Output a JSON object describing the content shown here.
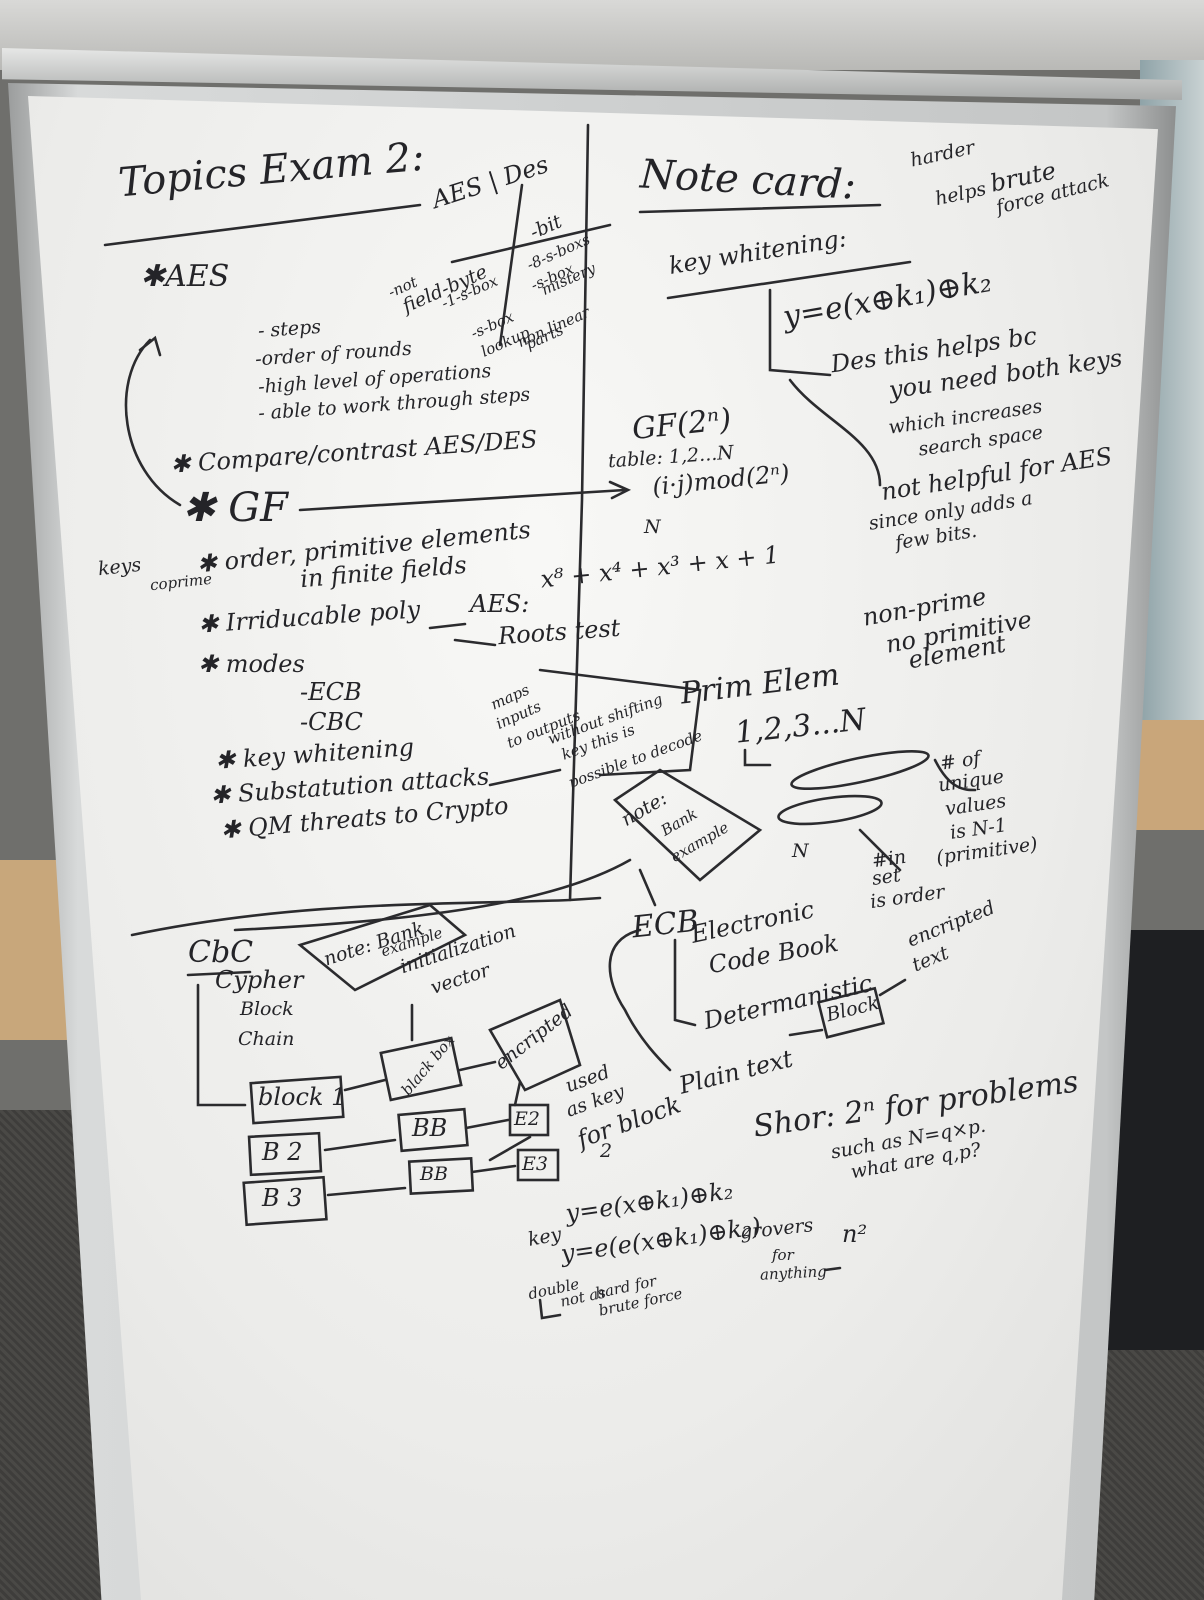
{
  "topics": {
    "title": "Topics   Exam 2:",
    "aes": "✱AES",
    "aes_items": [
      "- steps",
      "-order of rounds",
      "-high level of operations",
      "- able to work through steps"
    ],
    "compare": "✱ Compare/contrast AES/DES",
    "gf": "✱ GF",
    "order": "✱ order, primitive elements",
    "order2": "in finite fields",
    "keys_note": "keys",
    "coprime": "coprime",
    "irreducable": "✱ Irriducable poly",
    "modes": "✱ modes",
    "ecb": "-ECB",
    "cbc": "-CBC",
    "key_whitening": "✱ key whitening",
    "substitution": "✱ Substatution attacks",
    "qm": "✱ QM threats to Crypto"
  },
  "aes_des_table": {
    "aes_des": "AES | Des",
    "aes_col": [
      "-not",
      "field-byte",
      "-1-s-box",
      "-s-box",
      "lookup"
    ],
    "des_col": [
      "-bit",
      "-8-s-boxs",
      "-s-box",
      "mistery",
      "non linear",
      "parts"
    ]
  },
  "polynomial": {
    "aes": "AES:",
    "poly": "x⁸ + x⁴ + x³ + x + 1",
    "roots": "Roots test"
  },
  "gf_box": {
    "title": "GF(2ⁿ)",
    "table": "table: 1,2...N",
    "formula": "(i·j)mod(2ⁿ)",
    "n": "N"
  },
  "note_card": {
    "title": "Note card:",
    "harder": "harder",
    "helps": "helps",
    "brute": "brute",
    "force": "force attack",
    "key_whitening": "key whitening:",
    "formula": "y=e(x⊕k₁)⊕k₂",
    "des1": "Des this helps bc",
    "des2": "you need both keys",
    "des3": "which increases",
    "des4": "search space",
    "aes1": "not helpful for AES",
    "aes2": "since only adds a",
    "aes3": "few bits."
  },
  "prim_elem": {
    "title": "Prim Elem",
    "nonprime": "non-prime",
    "no_primitive": "no primitive",
    "element": "element",
    "seq": "1,2,3...N",
    "n": "N",
    "unique": [
      "# of",
      "unique",
      "values",
      "is N-1",
      "(primitive)"
    ],
    "order": [
      "#in",
      "set",
      "is order"
    ]
  },
  "maps": {
    "lines": [
      "maps",
      "inputs",
      "to outputs",
      "without shifting",
      "key this is",
      "possible to decode"
    ]
  },
  "note_bank": {
    "note": "note:",
    "bank": "Bank",
    "example": "example"
  },
  "ecb_section": {
    "title": "ECB",
    "electronic": "Electronic",
    "code_book": "Code Book",
    "deterministic": "Determanistic",
    "plain_text": "Plain text",
    "block": "Block",
    "encripted": "encripted",
    "text": "text"
  },
  "cbc_section": {
    "title": "CbC",
    "cypher": "Cypher",
    "block": "Block",
    "chain": "Chain",
    "note": "note: Bank",
    "example": "example",
    "init1": "initialization",
    "init2": "vector",
    "black_box": "black box",
    "encripted": "encripted",
    "used": "used",
    "as_key": "as key",
    "for_block": "for block",
    "two": "2",
    "block1": "block 1",
    "b2": "B 2",
    "b3": "B 3",
    "bb1": "BB",
    "bb2": "BB",
    "e2": "E2",
    "e3": "E3"
  },
  "shor": {
    "title": "Shor: 2ⁿ for problems",
    "line2": "such as N=q×p.",
    "line3": "what are q,p?"
  },
  "bottom": {
    "key": "key",
    "formula1": "y=e(x⊕k₁)⊕k₂",
    "double": "double",
    "formula2": "y=e(e(x⊕k₁)⊕k₂)",
    "not_as": "not as",
    "hard": "hard for",
    "brute": "brute force",
    "grovers": "grovers",
    "for": "for",
    "anything": "anything",
    "n2": "n²"
  }
}
